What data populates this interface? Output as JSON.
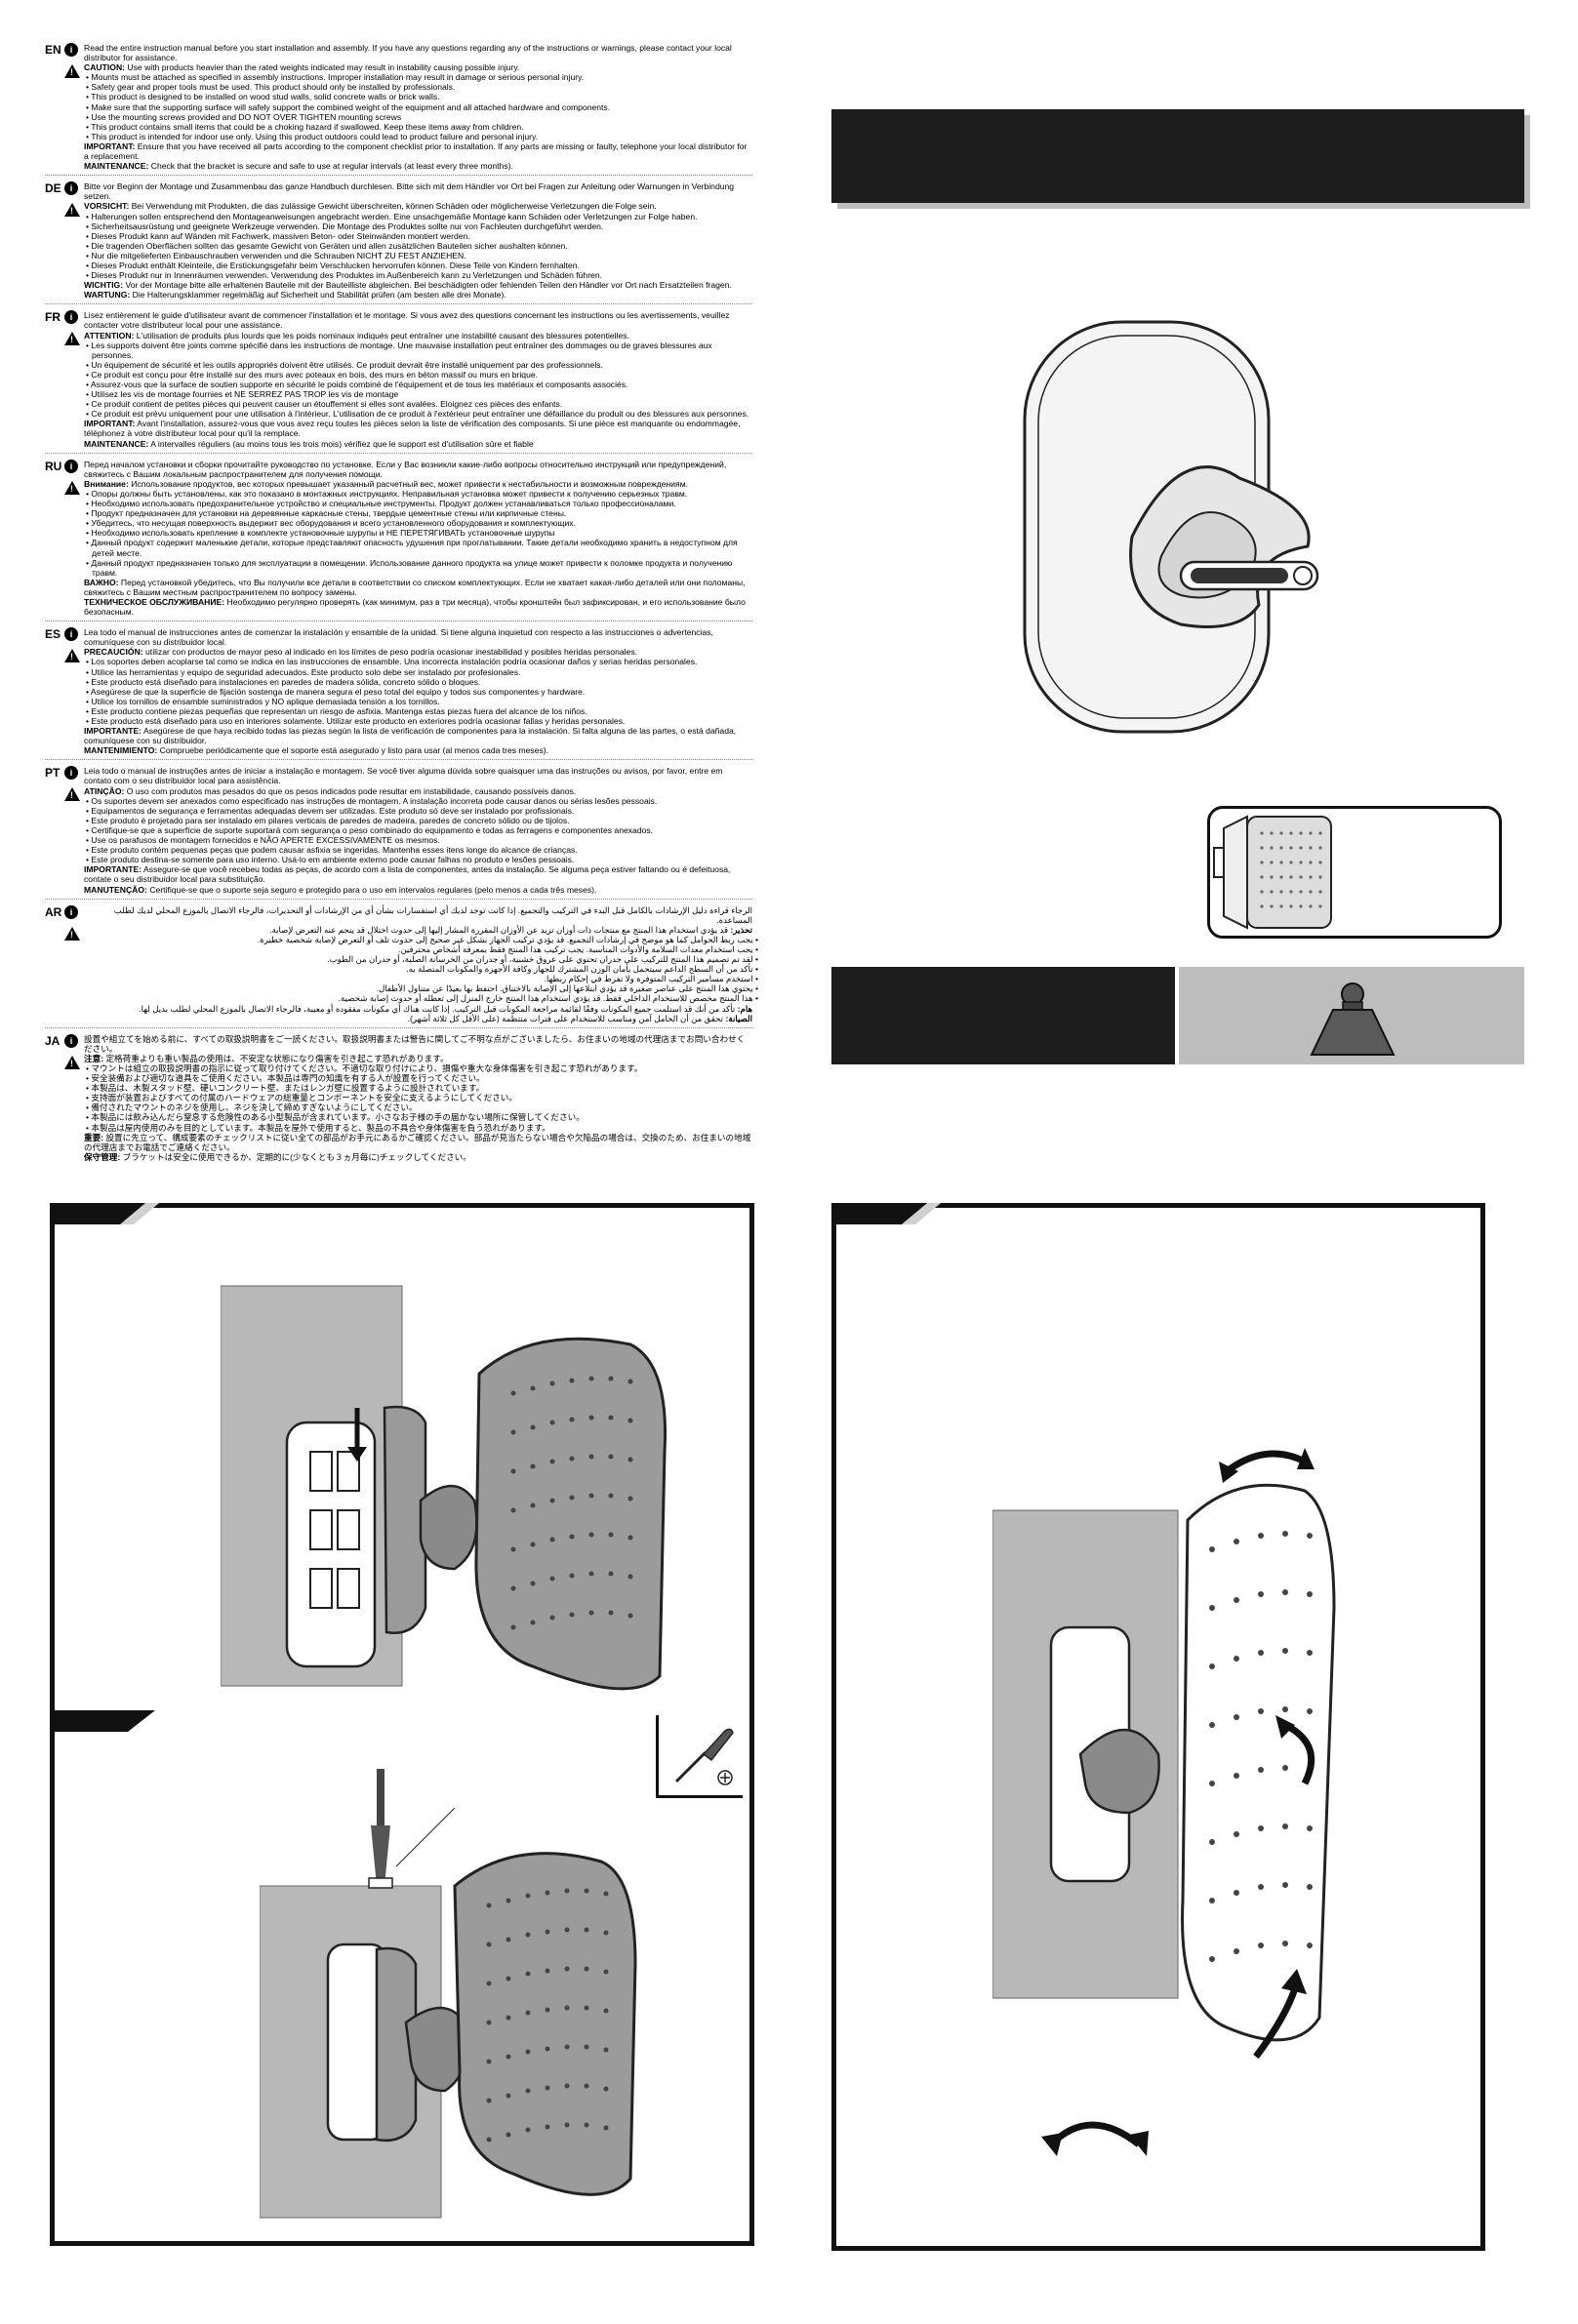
{
  "warnings": [
    {
      "code": "EN",
      "lines": [
        {
          "t": "Read the entire instruction manual before you start installation and assembly. If you have any questions regarding any of the instructions or warnings, please contact your local distributor for assistance."
        },
        {
          "k": "CAUTION:",
          "t": " Use with products heavier than the rated weights indicated may result in instability causing possible injury."
        },
        {
          "b": true,
          "t": "Mounts must be attached as specified in assembly instructions. Improper installation may result in damage or serious personal injury."
        },
        {
          "b": true,
          "t": "Safety gear and proper tools must be used. This product should only be installed by professionals."
        },
        {
          "b": true,
          "t": "This product is designed to be installed on wood stud walls, solid concrete walls or brick walls."
        },
        {
          "b": true,
          "t": "Make sure that the supporting surface will safely support the combined weight of the equipment and all attached hardware and components."
        },
        {
          "b": true,
          "t": "Use the mounting screws provided and DO NOT OVER TIGHTEN mounting screws"
        },
        {
          "b": true,
          "t": "This product contains small items that could be a choking hazard if swallowed. Keep these items away from children."
        },
        {
          "b": true,
          "t": "This product is intended for indoor use only. Using this product outdoors could lead to product failure and personal injury."
        },
        {
          "k": "IMPORTANT:",
          "t": " Ensure that you have received all parts according to the component checklist prior to installation. If any parts are missing or faulty, telephone your local distributor for a replacement."
        },
        {
          "k": "MAINTENANCE:",
          "t": " Check that the bracket is secure and safe to use at regular intervals (at least every three months)."
        }
      ]
    },
    {
      "code": "DE",
      "lines": [
        {
          "t": "Bitte vor Beginn der Montage und Zusammenbau das ganze Handbuch durchlesen. Bitte sich mit dem Händler vor Ort bei Fragen zur Anleitung oder Warnungen in Verbindung setzen."
        },
        {
          "k": "VORSICHT:",
          "t": " Bei Verwendung mit Produkten, die das zulässige Gewicht überschreiten, können Schäden oder möglicherweise Verletzungen die Folge sein."
        },
        {
          "b": true,
          "t": "Halterungen sollen entsprechend den Montageanweisungen angebracht werden. Eine unsachgemäße Montage kann Schäden oder Verletzungen zur Folge haben."
        },
        {
          "b": true,
          "t": "Sicherheitsausrüstung und geeignete Werkzeuge verwenden. Die Montage des Produktes sollte nur von Fachleuten durchgeführt werden."
        },
        {
          "b": true,
          "t": "Dieses Produkt kann auf Wänden mit Fachwerk, massiven Beton- oder Steinwänden montiert werden."
        },
        {
          "b": true,
          "t": "Die tragenden Oberflächen sollten das gesamte Gewicht von Geräten und allen zusätzlichen Bauteilen sicher aushalten können."
        },
        {
          "b": true,
          "t": "Nur die mitgelieferten Einbauschrauben verwenden und die Schrauben NICHT ZU FEST ANZIEHEN."
        },
        {
          "b": true,
          "t": "Dieses Produkt enthält Kleinteile, die Erstickungsgefahr beim Verschlucken hervorrufen können. Diese Teile von Kindern fernhalten."
        },
        {
          "b": true,
          "t": "Dieses Produkt nur in Innenräumen verwenden. Verwendung des Produktes im Außenbereich kann zu Verletzungen und Schäden führen."
        },
        {
          "k": "WICHTIG:",
          "t": " Vor der Montage bitte alle erhaltenen Bauteile mit der Bauteilliste abgleichen. Bei beschädigten oder fehlenden Teilen den Händler vor Ort nach Ersatzteilen fragen."
        },
        {
          "k": "WARTUNG:",
          "t": " Die Halterungsklammer regelmäßig auf Sicherheit und Stabilität prüfen (am besten alle drei Monate)."
        }
      ]
    },
    {
      "code": "FR",
      "lines": [
        {
          "t": "Lisez entièrement le guide d'utilisateur avant de commencer l'installation et le montage. Si vous avez des questions concernant les instructions ou les avertissements, veuillez contacter votre distributeur local pour une assistance."
        },
        {
          "k": "ATTENTION:",
          "t": " L'utilisation de produits plus lourds que les poids nominaux indiqués peut entraîner une instabilité causant des blessures potentielles."
        },
        {
          "b": true,
          "t": "Les supports doivent être joints comme spécifié dans les instructions de montage. Une mauvaise installation peut entraîner des dommages ou de graves blessures aux personnes."
        },
        {
          "b": true,
          "t": "Un équipement de sécurité et les outils appropriés doivent être utilisés. Ce produit devrait être installé uniquement par des professionnels."
        },
        {
          "b": true,
          "t": "Ce produit est conçu pour être installé sur des murs avec poteaux en bois, des murs en béton massif ou murs en brique."
        },
        {
          "b": true,
          "t": "Assurez-vous que la surface de soutien supporte en sécurité le poids combiné de l'équipement et de tous les matériaux et composants associés."
        },
        {
          "b": true,
          "t": "Utilisez les vis de montage fournies et NE SERREZ PAS TROP les vis de montage"
        },
        {
          "b": true,
          "t": "Ce produit contient de petites pièces qui peuvent causer un étouffement si elles sont avalées. Eloignez ces pièces des enfants."
        },
        {
          "b": true,
          "t": "Ce produit est prévu uniquement pour une utilisation à l'intérieur. L'utilisation de ce produit à l'extérieur peut entraîner une défaillance du produit ou des blessures aux personnes."
        },
        {
          "k": "IMPORTANT:",
          "t": " Avant l'installation, assurez-vous que vous avez reçu toutes les pièces selon la liste de vérification des composants. Si une pièce est manquante ou endommagée, téléphonez à votre distributeur local pour qu'il la remplace."
        },
        {
          "k": "MAINTENANCE:",
          "t": " A intervalles réguliers (au moins tous les trois mois) vérifiez que le support est d'utilisation sûre et fiable"
        }
      ]
    },
    {
      "code": "RU",
      "lines": [
        {
          "t": "Перед началом установки и сборки прочитайте руководство по установке. Если у Вас возникли какие-либо вопросы относительно инструкций или предупреждений, свяжитесь с Вашим локальным распространителем для получения помощи."
        },
        {
          "k": "Внимание:",
          "t": " Использование продуктов, вес которых превышает указанный расчетный вес, может привести к нестабильности и возможным повреждениям."
        },
        {
          "b": true,
          "t": "Опоры должны быть установлены, как это показано в монтажных инструкциях. Неправильная установка может привести к получению серьезных травм."
        },
        {
          "b": true,
          "t": "Необходимо использовать предохранительное устройство и специальные инструменты. Продукт должен устанавливаться только профессионалами."
        },
        {
          "b": true,
          "t": "Продукт предназначен для установки на деревянные каркасные стены, твердые цементные стены или кирпичные стены."
        },
        {
          "b": true,
          "t": "Убедитесь, что несущая поверхность выдержит вес оборудования и всего установленного оборудования и комплектующих."
        },
        {
          "b": true,
          "t": "Необходимо использовать крепление в комплекте установочные шурупы и НЕ ПЕРЕТЯГИВАТЬ установочные шурупы"
        },
        {
          "b": true,
          "t": "Данный продукт содержит маленькие детали, которые представляют опасность удушения при проглатывании. Такие детали необходимо хранить в недоступном для детей месте."
        },
        {
          "b": true,
          "t": "Данный продукт предназначен только для эксплуатации в помещении. Использование данного продукта на улице может привести к поломке продукта и получению травм."
        },
        {
          "k": "ВАЖНО:",
          "t": " Перед установкой убедитесь, что Вы получили все детали в соответствии со списком комплектующих. Если не хватает какая-либо деталей или они поломаны, свяжитесь с Вашим местным распространителем по вопросу замены."
        },
        {
          "k": "ТЕХНИЧЕСКОЕ ОБСЛУЖИВАНИЕ:",
          "t": " Необходимо регулярно проверять (как минимум, раз в три месяца), чтобы кронштейн был зафиксирован, и его использование было безопасным."
        }
      ]
    },
    {
      "code": "ES",
      "lines": [
        {
          "t": "Lea todo el manual de instrucciones antes de comenzar la instalación y ensamble de la unidad. Si tiene alguna inquietud con respecto a las instrucciones o advertencias, comuníquese con su distribuidor local."
        },
        {
          "k": "PRECAUCIÓN:",
          "t": " utilizar con productos de mayor peso al indicado en los límites de peso podría ocasionar inestabilidad y posibles heridas personales."
        },
        {
          "b": true,
          "t": "Los soportes deben acoplarse tal como se indica en las instrucciones de ensamble. Una incorrecta instalación podría ocasionar daños y serias heridas personales."
        },
        {
          "b": true,
          "t": "Utilice las herramientas y equipo de seguridad adecuados. Este producto solo debe ser instalado por profesionales."
        },
        {
          "b": true,
          "t": "Este producto está diseñado para instalaciones en paredes de madera sólida, concreto sólido o bloques."
        },
        {
          "b": true,
          "t": "Asegúrese de que la superficie de fijación sostenga de manera segura el peso total del equipo y todos sus componentes y hardware."
        },
        {
          "b": true,
          "t": "Utilice los tornillos de ensamble suministrados y NO aplique demasiada tensión a los tornillos."
        },
        {
          "b": true,
          "t": "Este producto contiene piezas pequeñas que representan un riesgo de asfixia. Mantenga estas piezas fuera del alcance de los niños."
        },
        {
          "b": true,
          "t": "Este producto está diseñado para uso en interiores solamente. Utilizar este producto en exteriores podría ocasionar fallas y heridas personales."
        },
        {
          "k": "IMPORTANTE:",
          "t": " Asegúrese de que haya recibido todas las piezas según la lista de verificación de componentes para la instalación. Si falta alguna de las partes, o está dañada, comuníquese con su distribuidor."
        },
        {
          "k": "MANTENIMIENTO:",
          "t": " Compruebe periódicamente que el soporte está asegurado y listo para usar (al menos cada tres meses)."
        }
      ]
    },
    {
      "code": "PT",
      "lines": [
        {
          "t": "Leia todo o manual de instruções antes de iniciar a instalação e montagem. Se você tiver alguma dúvida sobre quaisquer uma das instruções ou avisos, por favor, entre em contato com o seu distribuidor local para assistência."
        },
        {
          "k": "ATINÇÃO:",
          "t": " O uso com produtos mas pesados do que os pesos indicados pode resultar em instabilidade, causando possíveis danos."
        },
        {
          "b": true,
          "t": "Os suportes devem ser anexados como especificado nas instruções de montagem. A instalação incorreta pode causar danos ou sérias lesões pessoais."
        },
        {
          "b": true,
          "t": "Equipamentos de segurança e ferramentas adequadas devem ser utilizadas. Este produto só deve ser instalado por profissionais."
        },
        {
          "b": true,
          "t": "Este produto é projetado para ser instalado em pilares verticais de paredes de madeira, paredes de concreto sólido ou de tijolos."
        },
        {
          "b": true,
          "t": "Certifique-se que a superfície de suporte suportará com segurança o peso combinado do equipamento e todas as ferragens e componentes anexados."
        },
        {
          "b": true,
          "t": "Use os parafusos de montagem fornecidos e NÃO APERTE EXCESSIVAMENTE os mesmos."
        },
        {
          "b": true,
          "t": "Este produto contém pequenas peças que podem causar asfixia se ingeridas. Mantenha esses itens longe do alcance de crianças."
        },
        {
          "b": true,
          "t": "Este produto destina-se somente para uso interno. Usá-lo em ambiente externo pode causar falhas no produto e lesões pessoais."
        },
        {
          "k": "IMPORTANTE:",
          "t": " Assegure-se que você recebeu todas as peças, de acordo com a lista de componentes, antes da instalação. Se alguma peça estiver faltando ou é defeituosa, contate o seu distribuidor local para substituição."
        },
        {
          "k": "MANUTENÇÃO:",
          "t": " Certifique-se que o suporte seja seguro e protegido para o uso em intervalos regulares (pelo menos a cada três meses)."
        }
      ]
    },
    {
      "code": "AR",
      "rtl": true,
      "lines": [
        {
          "t": "الرجاء قراءة دليل الإرشادات بالكامل قبل البدء في التركيب والتجميع. إذا كانت توجد لديك أي استفسارات بشأن أي من الإرشادات أو التحذيرات، فالرجاء الاتصال بالموزع المحلي لديك لطلب المساعدة."
        },
        {
          "k": "تحذير:",
          "t": " قد يؤدي استخدام هذا المنتج مع منتجات ذات أوزان تزيد عن الأوزان المقررة المشار إليها إلى حدوث اختلال قد ينجم عنه التعرض لإصابة."
        },
        {
          "b": true,
          "t": "يجب ربط الحوامل كما هو موضح في إرشادات التجميع. قد يؤدي تركيب الجهاز بشكل غير صحيح إلى حدوث تلف أو التعرض لإصابة شخصية خطيرة."
        },
        {
          "b": true,
          "t": "يجب استخدام معدات السلامة والأدوات المناسبة. يجب تركيب هذا المنتج فقط بمعرفة أشخاص محترفين."
        },
        {
          "b": true,
          "t": "لقد تم تصميم هذا المنتج للتركيب على جدران تحتوي على عروق خشبية، أو جدران من الخرسانة الصلبة، أو جدران من الطوب."
        },
        {
          "b": true,
          "t": "تأكد من أن السطح الداعم سيتحمل بأمان الوزن المشترك للجهاز وكافة الأجهزة والمكونات المتصلة به."
        },
        {
          "b": true,
          "t": "استخدم مسامير التركيب المتوفرة ولا تفرط في إحكام ربطها."
        },
        {
          "b": true,
          "t": "يحتوي هذا المنتج على عناصر صغيرة قد يؤدي ابتلاعها إلى الإصابة بالاختناق. احتفظ بها بعيدًا عن متناول الأطفال."
        },
        {
          "b": true,
          "t": "هذا المنتج مخصص للاستخدام الداخلي فقط. قد يؤدي استخدام هذا المنتج خارج المنزل إلى تعطله أو حدوث إصابة شخصية."
        },
        {
          "k": "هام:",
          "t": " تأكد من أنك قد استلمت جميع المكونات وفقًا لقائمة مراجعة المكونات قبل التركيب. إذا كانت هناك أي مكونات مفقودة أو معيبة، فالرجاء الاتصال بالموزع المحلي لطلب بديل لها."
        },
        {
          "k": "الصيانة:",
          "t": " تحقق من أن الحامل آمن ومناسب للاستخدام على فترات منتظمة (على الأقل كل ثلاثة أشهر)."
        }
      ]
    },
    {
      "code": "JA",
      "lines": [
        {
          "t": "設置や組立てを始める前に、すべての取扱説明書をご一読ください。取扱説明書または警告に関してご不明な点がございましたら、お住まいの地域の代理店までお問い合わせください。"
        },
        {
          "k": "注意:",
          "t": " 定格荷重よりも重い製品の使用は、不安定な状態になり傷害を引き起こす恐れがあります。"
        },
        {
          "b": true,
          "t": "マウントは組立の取扱説明書の指示に従って取り付けてください。不適切な取り付けにより、損傷や重大な身体傷害を引き起こす恐れがあります。"
        },
        {
          "b": true,
          "t": "安全装備および適切な道具をご使用ください。本製品は専門の知識を有する人が設置を行ってください。"
        },
        {
          "b": true,
          "t": "本製品は、木製スタッド壁、硬いコンクリート壁、またはレンガ壁に設置するように設計されています。"
        },
        {
          "b": true,
          "t": "支持面が装置およびすべての付属のハードウェアの総重量とコンポーネントを安全に支えるようにしてください。"
        },
        {
          "b": true,
          "t": "備付されたマウントのネジを使用し、ネジを決して締めすぎないようにしてください。"
        },
        {
          "b": true,
          "t": "本製品には飲み込んだら窒息する危険性のある小型製品が含まれています。小さなお子様の手の届かない場所に保管してください。"
        },
        {
          "b": true,
          "t": "本製品は屋内使用のみを目的としています。本製品を屋外で使用すると、製品の不具合や身体傷害を負う恐れがあります。"
        },
        {
          "k": "重要:",
          "t": " 設置に先立って、構成要素のチェックリストに従い全ての部品がお手元にあるかご確認ください。部品が見当たらない場合や欠陥品の場合は、交換のため、お住まいの地域の代理店までお電話でご連絡ください。"
        },
        {
          "k": "保守管理:",
          "t": " ブラケットは安全に使用できるか、定期的に(少なくとも３ヵ月毎に)チェックしてください。"
        }
      ]
    }
  ],
  "icons": {
    "info": "book-info-icon",
    "warning": "warning-triangle-icon",
    "info_glyph": "i",
    "warning_glyph": "!"
  },
  "colors": {
    "dark": "#1d1d1d",
    "gray": "#bdbdbd"
  }
}
